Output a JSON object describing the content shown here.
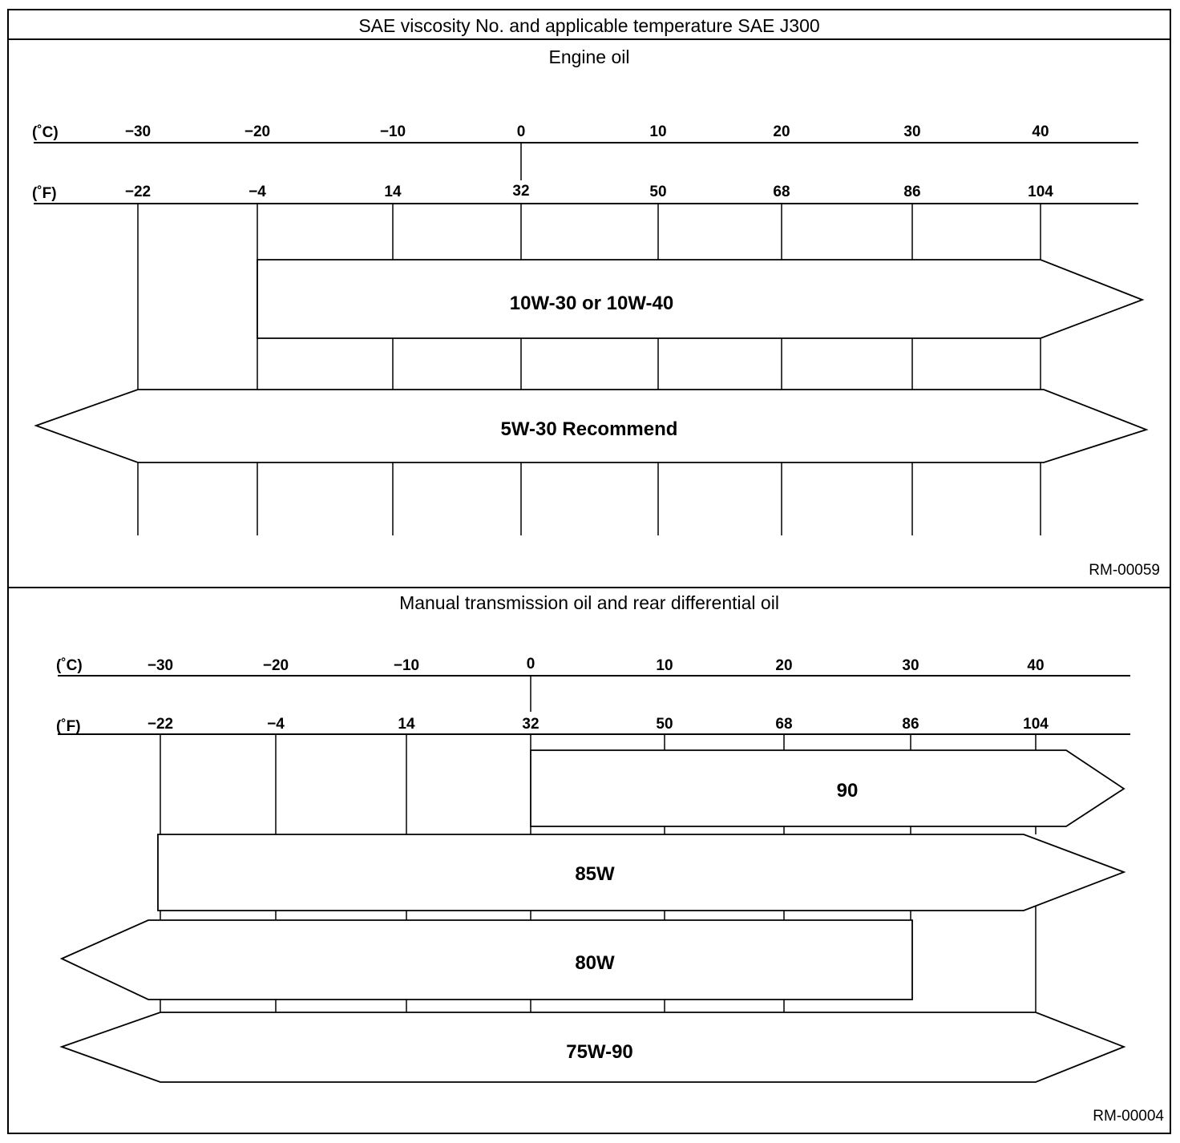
{
  "title": "SAE viscosity No. and applicable temperature SAE J300",
  "units": {
    "celsius": "(˚C)",
    "fahrenheit": "(˚F)"
  },
  "chart_data": [
    {
      "type": "table",
      "title": "Engine oil",
      "celsius_ticks": [
        "−30",
        "−20",
        "−10",
        "0",
        "10",
        "20",
        "30",
        "40"
      ],
      "fahrenheit_ticks": [
        "−22",
        "−4",
        "14",
        "32",
        "50",
        "68",
        "86",
        "104"
      ],
      "bands": [
        {
          "label": "10W-30 or 10W-40",
          "from_c": -20,
          "to_c": null,
          "open_left": false,
          "open_right": true
        },
        {
          "label": "5W-30 Recommend",
          "from_c": null,
          "to_c": null,
          "open_left": true,
          "open_right": true
        }
      ],
      "reference": "RM-00059"
    },
    {
      "type": "table",
      "title": "Manual transmission oil and rear differential oil",
      "celsius_ticks": [
        "−30",
        "−20",
        "−10",
        "0",
        "10",
        "20",
        "30",
        "40"
      ],
      "fahrenheit_ticks": [
        "−22",
        "−4",
        "14",
        "32",
        "50",
        "68",
        "86",
        "104"
      ],
      "bands": [
        {
          "label": "90",
          "from_c": 0,
          "to_c": null,
          "open_left": false,
          "open_right": true
        },
        {
          "label": "85W",
          "from_c": -30,
          "to_c": null,
          "open_left": false,
          "open_right": true
        },
        {
          "label": "80W",
          "from_c": null,
          "to_c": 30,
          "open_left": true,
          "open_right": false
        },
        {
          "label": "75W-90",
          "from_c": null,
          "to_c": null,
          "open_left": true,
          "open_right": true
        }
      ],
      "reference": "RM-00004"
    }
  ]
}
